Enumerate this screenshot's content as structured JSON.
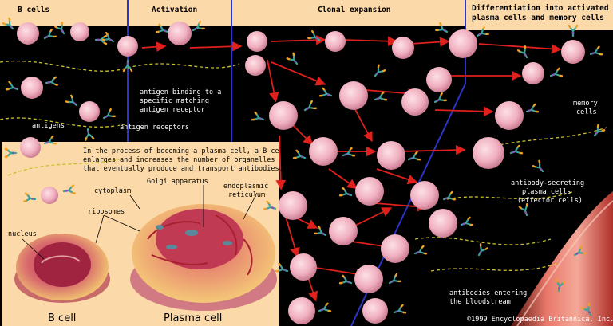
{
  "headers": {
    "b_cells": "B cells",
    "activation": "Activation",
    "clonal_expansion": "Clonal expansion",
    "differentiation_line1": "Differentiation into activated",
    "differentiation_line2": "plasma cells and memory cells"
  },
  "labels": {
    "antigen_binding_1": "antigen binding to a",
    "antigen_binding_2": "specific matching",
    "antigen_binding_3": "antigen receptor",
    "antigens": "antigens",
    "antigen_receptors": "antigen receptors",
    "memory_cells_1": "memory",
    "memory_cells_2": "cells",
    "plasma_1": "antibody-secreting",
    "plasma_2": "plasma cells",
    "plasma_3": "(effector cells)",
    "bloodstream_1": "antibodies entering",
    "bloodstream_2": "the bloodstream"
  },
  "inset": {
    "caption_1": "In the process of becoming a plasma cell, a B cell",
    "caption_2": "enlarges and increases the number of organelles",
    "caption_3": "that eventually produce and transport antibodies.",
    "cytoplasm": "cytoplasm",
    "golgi": "Golgi apparatus",
    "er_1": "endoplasmic",
    "er_2": "reticulum",
    "ribosomes": "ribosomes",
    "nucleus": "nucleus",
    "b_cell": "B cell",
    "plasma_cell": "Plasma cell"
  },
  "copyright": "©1999 Encyclopaedia Britannica, Inc.",
  "colors": {
    "panel": "#fbd9a8",
    "divider": "#2a34c8",
    "arrow": "#e0201c",
    "cell": "#f0b4c0",
    "antibody_teal": "#3aa39a",
    "antibody_orange": "#f0a020",
    "antibody_purple": "#7a5ab4",
    "antigen_dash": "#c9c02c"
  }
}
